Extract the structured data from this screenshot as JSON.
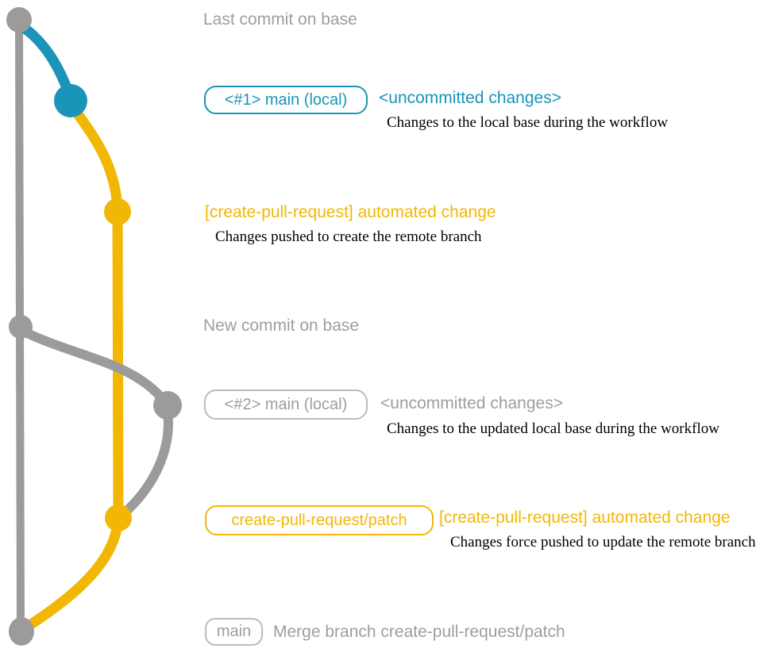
{
  "colors": {
    "base_gray": "#9b9b9b",
    "text_gray": "#9e9e9e",
    "teal": "#1a94b8",
    "yellow": "#f2b705",
    "badge_gray_border": "#bcbcbc",
    "description_text": "#000000"
  },
  "graph": {
    "branches": [
      {
        "name": "base",
        "color_key": "base_gray"
      },
      {
        "name": "local-uncommitted-1",
        "color_key": "teal"
      },
      {
        "name": "create-pull-request-patch",
        "color_key": "yellow"
      },
      {
        "name": "local-uncommitted-2",
        "color_key": "base_gray"
      }
    ],
    "commit_dots": 7
  },
  "events": [
    {
      "type": "base-label",
      "text": "Last commit on base"
    },
    {
      "type": "branch-head",
      "badge": "<#1> main (local)",
      "status": "<uncommitted changes>",
      "description": "Changes to the local base during the workflow"
    },
    {
      "type": "commit-label",
      "title": "[create-pull-request] automated change",
      "description": "Changes pushed to create the remote branch"
    },
    {
      "type": "base-label",
      "text": "New commit on base"
    },
    {
      "type": "branch-head",
      "badge": "<#2> main (local)",
      "status": "<uncommitted changes>",
      "description": "Changes to the updated local base during the workflow"
    },
    {
      "type": "branch-head",
      "badge": "create-pull-request/patch",
      "title": "[create-pull-request] automated change",
      "description": "Changes force pushed to update the remote branch"
    },
    {
      "type": "merge",
      "badge": "main",
      "title": "Merge branch create-pull-request/patch"
    }
  ]
}
